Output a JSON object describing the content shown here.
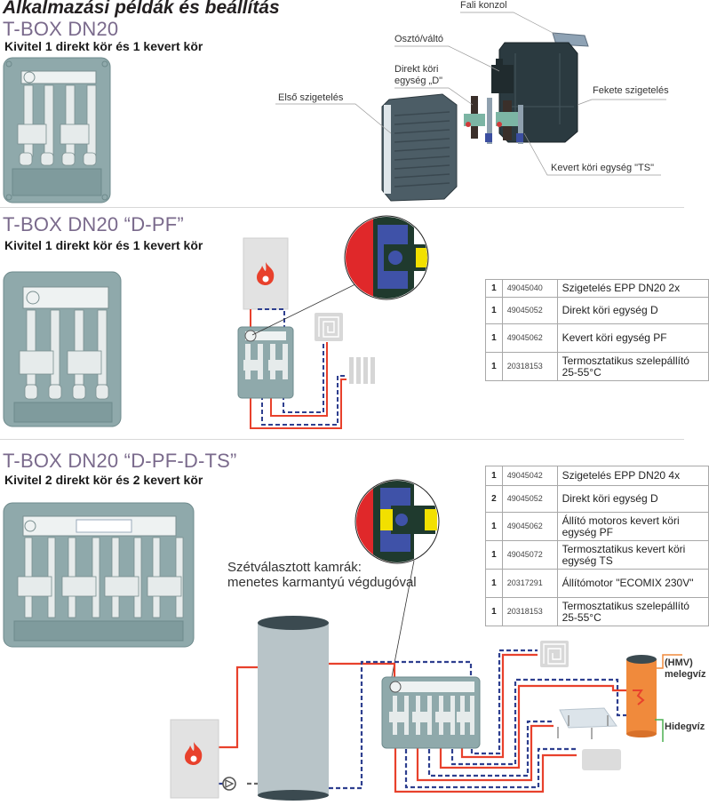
{
  "page": {
    "title": "Alkalmazási példák és beállítás"
  },
  "section1": {
    "title": "T-BOX DN20",
    "subtitle": "Kivitel 1 direkt kör és 1 kevert kör",
    "callouts": {
      "wall_bracket": "Fali konzol",
      "distributor": "Osztó/váltó",
      "direct_unit_line1": "Direkt köri",
      "direct_unit_line2": "egység „D\"",
      "front_insulation": "Első szigetelés",
      "black_insulation": "Fekete szigetelés",
      "mixed_unit_ts": "Kevert köri egység \"TS\""
    }
  },
  "section2": {
    "title": "T-BOX DN20 “D-PF”",
    "subtitle": "Kivitel 1 direkt kör és 1 kevert kör",
    "parts": [
      {
        "qty": "1",
        "code": "49045040",
        "desc": "Szigetelés EPP DN20 2x"
      },
      {
        "qty": "1",
        "code": "49045052",
        "desc": "Direkt köri egység D"
      },
      {
        "qty": "1",
        "code": "49045062",
        "desc": "Kevert köri egység PF"
      },
      {
        "qty": "1",
        "code": "20318153",
        "desc": "Termosztatikus szelepállító 25-55°C"
      }
    ]
  },
  "section3": {
    "title": "T-BOX DN20 “D-PF-D-TS”",
    "subtitle": "Kivitel 2 direkt kör és 2 kevert kör",
    "note_line1": "Szétválasztott kamrák:",
    "note_line2": "menetes karmantyú végdugóval",
    "hmv_line1": "(HMV)",
    "hmv_line2": "melegvíz",
    "cold_water": "Hidegvíz",
    "parts": [
      {
        "qty": "1",
        "code": "49045042",
        "desc": "Szigetelés EPP DN20 4x"
      },
      {
        "qty": "2",
        "code": "49045052",
        "desc": "Direkt köri egység D"
      },
      {
        "qty": "1",
        "code": "49045062",
        "desc": "Állító motoros kevert köri egység PF"
      },
      {
        "qty": "1",
        "code": "49045072",
        "desc": "Termosztatikus kevert köri egység TS"
      },
      {
        "qty": "1",
        "code": "20317291",
        "desc": "Állítómotor \"ECOMIX 230V\""
      },
      {
        "qty": "1",
        "code": "20318153",
        "desc": "Termosztatikus szelepállító 25-55°C"
      }
    ]
  },
  "icons": {
    "flame": "flame-icon",
    "pump": "pump-icon",
    "floor_heating": "floor-heating-icon",
    "radiator": "radiator-icon"
  },
  "colors": {
    "title_purple": "#7a6a8c",
    "flow_red": "#e8412c",
    "return_blue": "#2e3f8f",
    "box_teal": "#8fa9ab",
    "tank_orange": "#f08a3c",
    "cold_green": "#4caf50"
  }
}
